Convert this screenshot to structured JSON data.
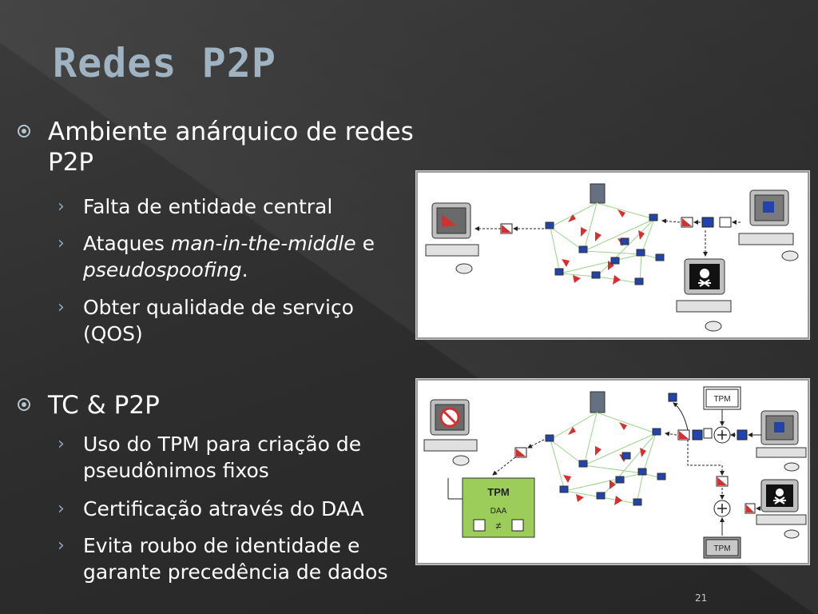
{
  "slide": {
    "title": "Redes  P2P",
    "page_number": "21"
  },
  "bullets": [
    {
      "text": "Ambiente anárquico de redes P2P",
      "subitems": [
        {
          "text": "Falta de entidade central"
        },
        {
          "pre": "Ataques ",
          "em": "man-in-the-middle",
          "mid": " e ",
          "em2": "pseudospoofing",
          "post": "."
        },
        {
          "text": "Obter qualidade de serviço (QOS)"
        }
      ]
    },
    {
      "text": "TC & P2P",
      "subitems": [
        {
          "text": "Uso do TPM para criação de pseudônimos fixos"
        },
        {
          "text": "Certificação através do DAA"
        },
        {
          "text": "Evita roubo de identidade e garante precedência de dados"
        }
      ]
    }
  ],
  "diagram2": {
    "tpm_box_title": "TPM",
    "tpm_box_sub": "DAA",
    "tpm_box_neq": "≠",
    "tpm_top": "TPM",
    "tpm_bottom": "TPM"
  },
  "colors": {
    "title": "#9fb3c2",
    "text": "#ffffff",
    "accent_red": "#d43030",
    "tpm_green": "#9ccc5a"
  }
}
